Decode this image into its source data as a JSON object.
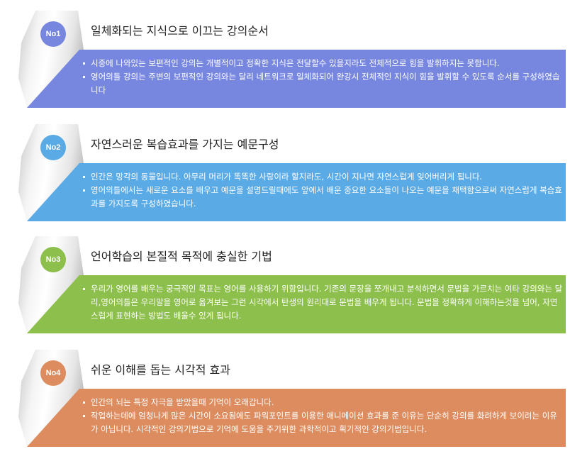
{
  "sections": [
    {
      "badge": "No1",
      "color": "#7787e0",
      "title": "일체화되는 지식으로 이끄는 강의순서",
      "bullets": [
        "시중에 나와있는 보편적인 강의는 개별적이고 정확한 지식은 전달할수 있을지라도 전체적으로 힘을 발휘하지는 못합니다.",
        "영어의틀 강의는 주변의 보편적인 강의와는 달리 네트워크로 일체화되어 완강시 전체적인 지식이 힘을 발휘할 수 있도록 순서를 구성하였습니다"
      ]
    },
    {
      "badge": "No2",
      "color": "#5aaae6",
      "title": "자연스러운 복습효과를 가지는 예문구성",
      "bullets": [
        "인간은 망각의 동물입니다. 아무리 머리가 똑똑한 사람이라 할지라도, 시간이 지나면 자연스럽게 잊어버리게 됩니다.",
        "영어의틀에서는 새로운 요소를 배우고 예문을 설명드릴때에도 앞에서 배운 중요한 요소들이 나오는 예문을 채택함으로써 자연스럽게 복습효과를 가지도록 구성하였습니다."
      ]
    },
    {
      "badge": "No3",
      "color": "#8cbf4b",
      "title": "언어학습의 본질적 목적에 충실한 기법",
      "bullets": [
        "우리가 영어를 배우는 궁극적인 목표는 영어를 사용하기 위함입니다. 기존의 문장을 쪼개내고 분석하면서 문법을 가르치는 여타 강의와는 달리,영어의틀은 우리말을 영어로 옮겨보는 그런 시각에서 탄생의 원리대로 문법을 배우게 됩니다. 문법을 정확하게 이해하는것을 넘어, 자연스럽게 표현하는 방법도 배울수 있게 됩니다."
      ]
    },
    {
      "badge": "No4",
      "color": "#dc8c5e",
      "title": "쉬운 이해를 돕는 시각적 효과",
      "bullets": [
        "인간의 뇌는 특정 자극을 받았을때 기억이 오래갑니다.",
        "작업하는데에 엄청나게 많은 시간이 소요됨에도 파워포인트를 이용한 애니메이션 효과를 준 이유는 단순히 강의를 화려하게 보이려는 이유가 아닙니다. 시각적인 강의기법으로 기억에 도움을 주기위한 과학적이고 획기적인 강의기법입니다."
      ]
    }
  ]
}
